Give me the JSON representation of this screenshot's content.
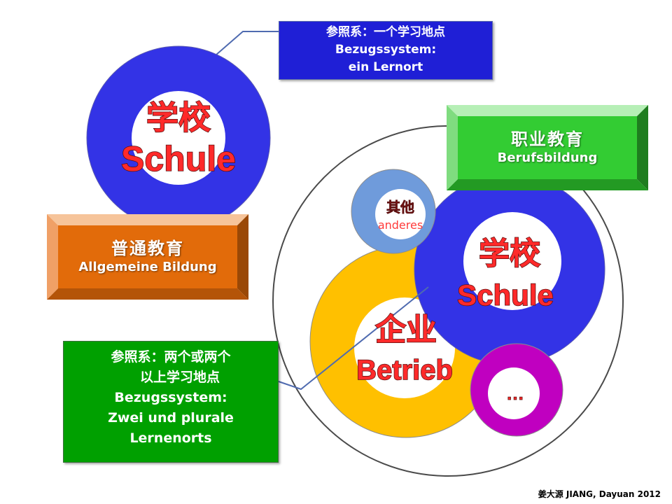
{
  "diagram": {
    "top_school": {
      "cn": "学校",
      "de": "Schule"
    },
    "top_callout": {
      "line1": "参照系：一个学习地点",
      "line2": "Bezugssystem:",
      "line3": "ein Lernort"
    },
    "general_education": {
      "cn": "普通教育",
      "de": "Allgemeine Bildung"
    },
    "vocational_education": {
      "cn": "职业教育",
      "de": "Berufsbildung"
    },
    "other": {
      "cn": "其他",
      "de": "anderes"
    },
    "right_school": {
      "cn": "学校",
      "de": "Schule"
    },
    "company": {
      "cn": "企业",
      "de": "Betrieb"
    },
    "more": {
      "label": "…"
    },
    "bottom_callout": {
      "line1": "参照系：两个或两个",
      "line2": "以上学习地点",
      "line3": "Bezugssystem:",
      "line4": "Zwei und plurale",
      "line5": "Lernenorts"
    },
    "credit": "姜大源 JIANG, Dayuan 2012"
  },
  "colors": {
    "ring_blue": "#3333e6",
    "ring_yellow": "#ffc000",
    "ring_lightblue": "#6f9bdb",
    "ring_magenta": "#c000c0",
    "orange": "#e26b0a",
    "green": "#33cc33",
    "callout_blue": "#1f1fd6",
    "callout_green": "#00a000",
    "label_red": "#ff2a2a"
  }
}
